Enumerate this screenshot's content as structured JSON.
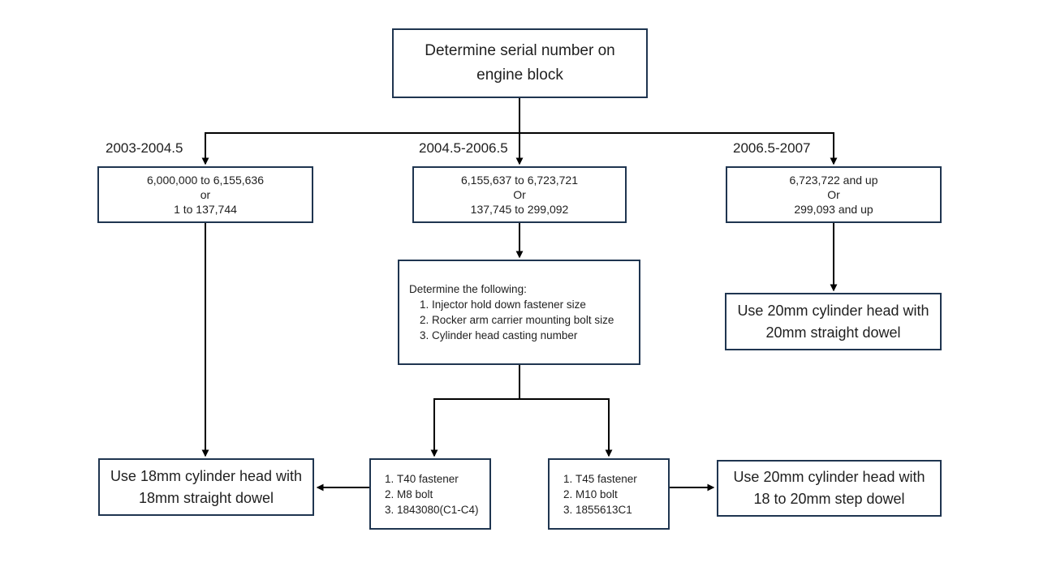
{
  "diagram": {
    "title_box": {
      "text": "Determine serial number on engine block"
    },
    "branches": [
      {
        "year_label": "2003-2004.5",
        "serial_lines": [
          "6,000,000 to 6,155,636",
          "or",
          "1 to 137,744"
        ]
      },
      {
        "year_label": "2004.5-2006.5",
        "serial_lines": [
          "6,155,637 to 6,723,721",
          "Or",
          "137,745 to 299,092"
        ]
      },
      {
        "year_label": "2006.5-2007",
        "serial_lines": [
          "6,723,722 and up",
          "Or",
          "299,093 and up"
        ]
      }
    ],
    "process_box": {
      "title": "Determine the following:",
      "items": [
        "Injector hold down fastener size",
        "Rocker arm carrier mounting bolt size",
        "Cylinder head casting number"
      ]
    },
    "spec_boxes": [
      {
        "items": [
          "T40 fastener",
          "M8 bolt",
          "1843080(C1-C4)"
        ]
      },
      {
        "items": [
          "T45 fastener",
          "M10 bolt",
          "1855613C1"
        ]
      }
    ],
    "result_boxes": {
      "left": "Use 18mm cylinder head with 18mm straight dowel",
      "right_straight": "Use 20mm cylinder head with 20mm straight dowel",
      "right_step": "Use 20mm cylinder head with 18 to 20mm step dowel"
    },
    "colors": {
      "box_border": "#1f3550",
      "connector": "#000000",
      "text": "#1f1f1f",
      "background": "#ffffff"
    }
  }
}
